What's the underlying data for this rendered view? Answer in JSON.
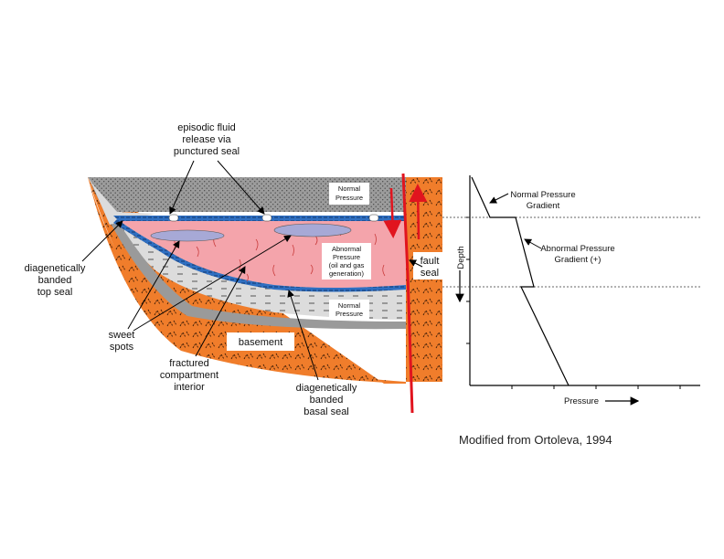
{
  "colors": {
    "orange": "#F07D2B",
    "pink": "#F4A4AB",
    "blue_band": "#2F6FC1",
    "red_fault": "#E1141E",
    "sweet_spot": "#A7A9D6",
    "grey_layer": "#9A9A9A",
    "light_grey": "#DADADA"
  },
  "labels": {
    "episodic_release": [
      "episodic fluid",
      "release via",
      "punctured seal"
    ],
    "top_seal": [
      "diagenetically",
      "banded",
      "top seal"
    ],
    "sweet_spots": [
      "sweet",
      "spots"
    ],
    "fractured": [
      "fractured",
      "compartment",
      "interior"
    ],
    "basal_seal": [
      "diagenetically",
      "banded",
      "basal seal"
    ],
    "basement": "basement",
    "normal_top": [
      "Normal",
      "Pressure"
    ],
    "abnormal": [
      "Abnormal",
      "Pressure",
      "(oil and gas",
      "generation)"
    ],
    "normal_bottom": [
      "Normal",
      "Pressure"
    ],
    "fault_seal": [
      "fault",
      "seal"
    ]
  },
  "graph": {
    "normal_gradient": [
      "Normal Pressure",
      "Gradient"
    ],
    "abnormal_gradient": [
      "Abnormal Pressure",
      "Gradient (+)"
    ],
    "depth_axis": "Depth",
    "pressure_axis": "Pressure"
  },
  "credit": "Modified from Ortoleva, 1994"
}
